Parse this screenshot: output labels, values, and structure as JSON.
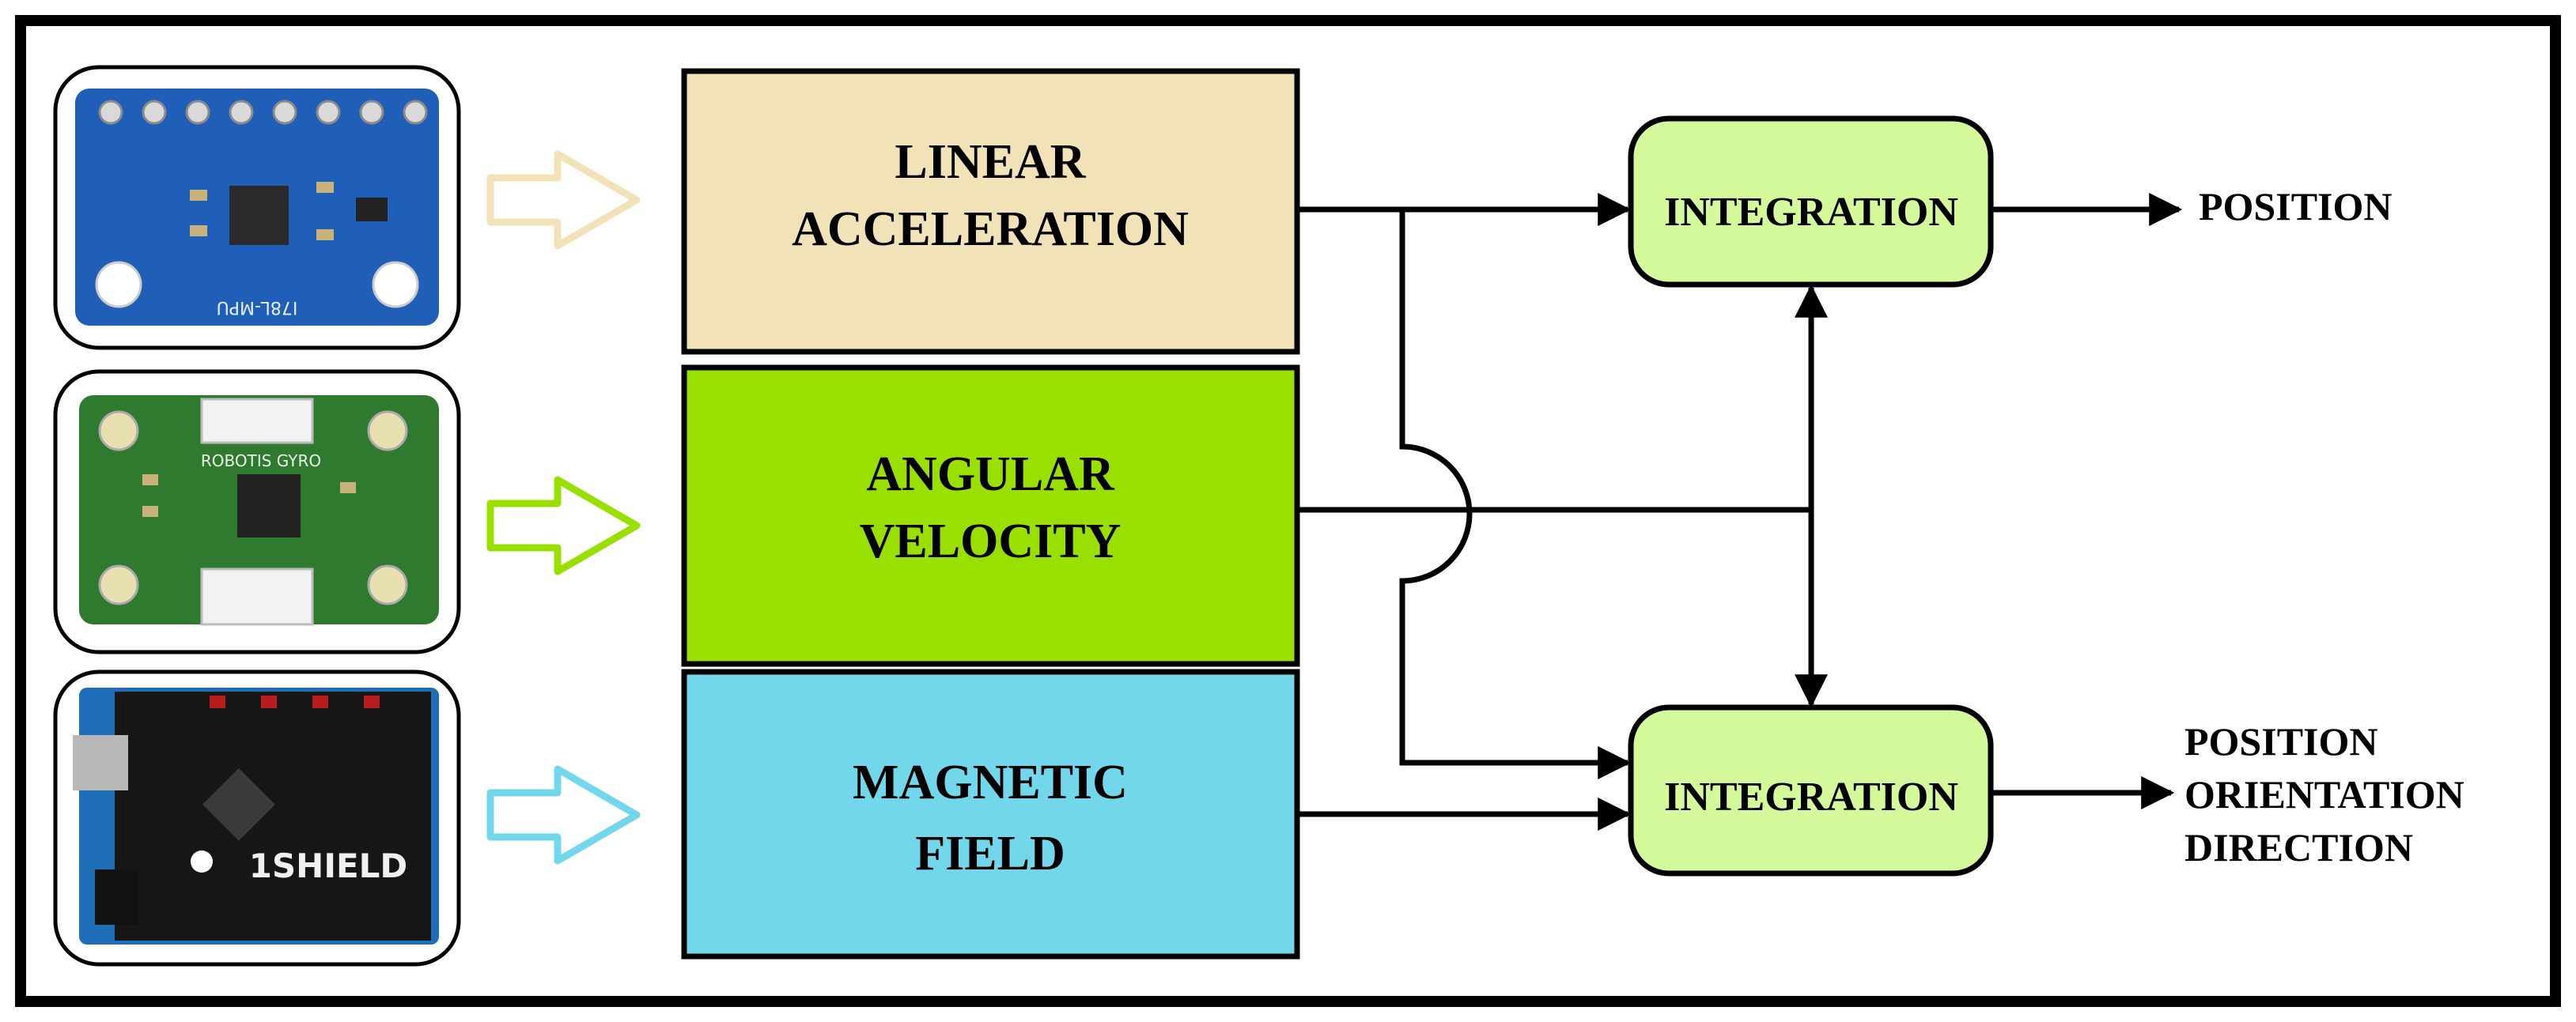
{
  "colors": {
    "frame": "#000000",
    "linear_fill": "#f2e2b8",
    "angular_fill": "#99e000",
    "magnetic_fill": "#72d7ea",
    "integration_fill": "#d4f99a",
    "arrow_linear": "#f2e2b8",
    "arrow_angular": "#99e000",
    "arrow_magnetic": "#72d7ea",
    "board_blue": "#1f5fb8",
    "board_green": "#2f7a2f",
    "board_black": "#161616"
  },
  "sensors": [
    {
      "name": "accelerometer-board",
      "silk": "I78L-MPU"
    },
    {
      "name": "gyro-board",
      "silk": "ROBOTIS GYRO"
    },
    {
      "name": "shield-board",
      "silk": "1SHIELD"
    }
  ],
  "blocks": {
    "linear": {
      "line1": "LINEAR",
      "line2": "ACCELERATION"
    },
    "angular": {
      "line1": "ANGULAR",
      "line2": "VELOCITY"
    },
    "magnetic": {
      "line1": "MAGNETIC",
      "line2": "FIELD"
    }
  },
  "integration_top": {
    "label": "INTEGRATION"
  },
  "integration_bottom": {
    "label": "INTEGRATION"
  },
  "outputs": {
    "top": "POSITION",
    "bottom": [
      "POSITION",
      "ORIENTATION",
      "DIRECTION"
    ]
  }
}
